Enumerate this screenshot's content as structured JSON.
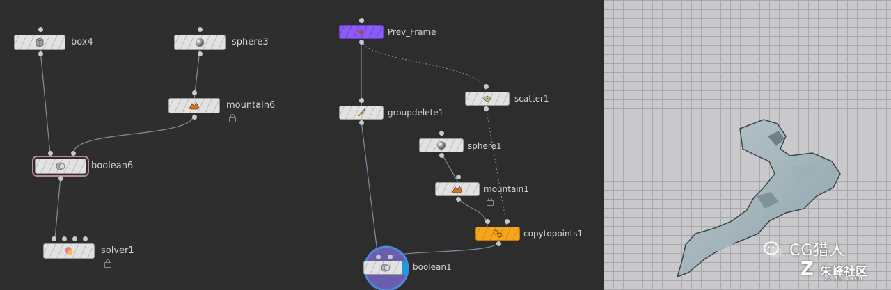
{
  "nodes": {
    "box4": "box4",
    "sphere3": "sphere3",
    "mountain6": "mountain6",
    "boolean6": "boolean6",
    "solver1": "solver1",
    "prev_frame": "Prev_Frame",
    "groupdelete1": "groupdelete1",
    "scatter1": "scatter1",
    "sphere1": "sphere1",
    "mountain1": "mountain1",
    "copytopoints1": "copytopoints1",
    "boolean1": "boolean1"
  },
  "watermark": {
    "title": "CG猎人",
    "subtitle": "朱峰社区",
    "url": "ZF3D.COM"
  },
  "colors": {
    "node_default": "#e2e2e2",
    "node_input_purple": "#8b5cf6",
    "node_copy_orange": "#f7a51c",
    "display_flag_blue": "#1e9ae0",
    "wire": "#7b8fa6"
  }
}
